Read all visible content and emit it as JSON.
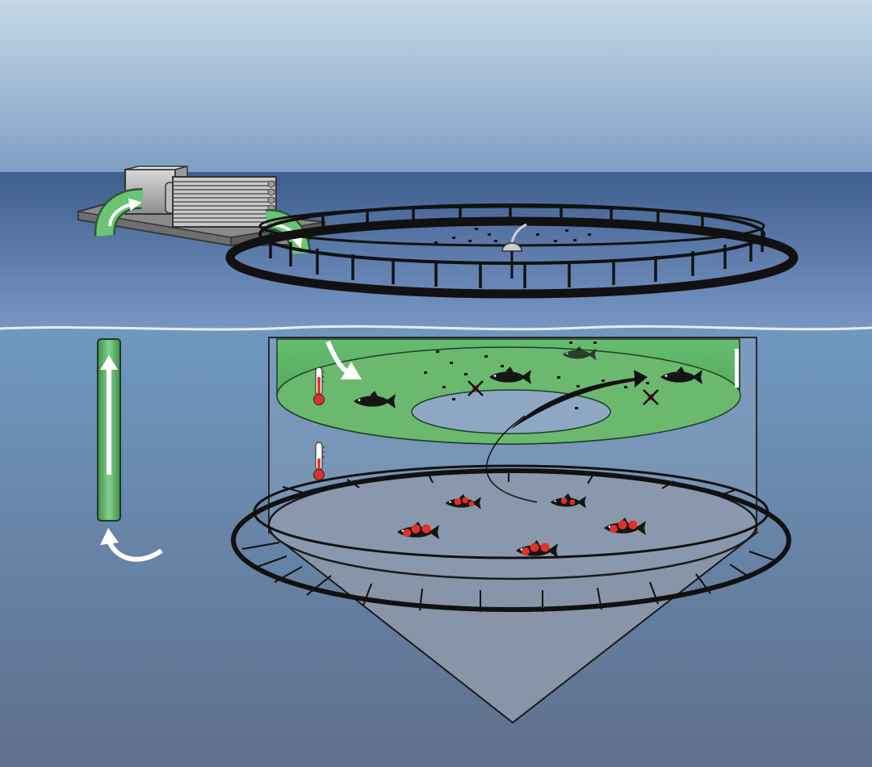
{
  "colors": {
    "sky_top": "#c4d8e6",
    "sky_bottom": "#7f9ec4",
    "sea_surface_top": "#3e5e8e",
    "sea_surface_bottom": "#7a98c6",
    "underwater_top": "#6f98c0",
    "underwater_bottom": "#5f6f8c",
    "pipe_green": "#5fb46a",
    "skirt_green": "#4ca85a",
    "cage_black": "#111111",
    "lice_red": "#e0302a",
    "arrow_white": "#ffffff",
    "machinery_gray": "#9a9a9a"
  },
  "icons": [
    "water-pump-icon",
    "cooling-unit-icon",
    "thermometer-icon",
    "salmon-icon",
    "sea-lice-icon",
    "dead-lice-cross-icon",
    "flow-arrow-icon",
    "jump-arrow-icon"
  ],
  "counts": {
    "salmon_in_surface_layer": 4,
    "lice_infested_salmon_in_deep_layer": 5,
    "thermometers": 2,
    "dead_lice_marks": 2
  }
}
